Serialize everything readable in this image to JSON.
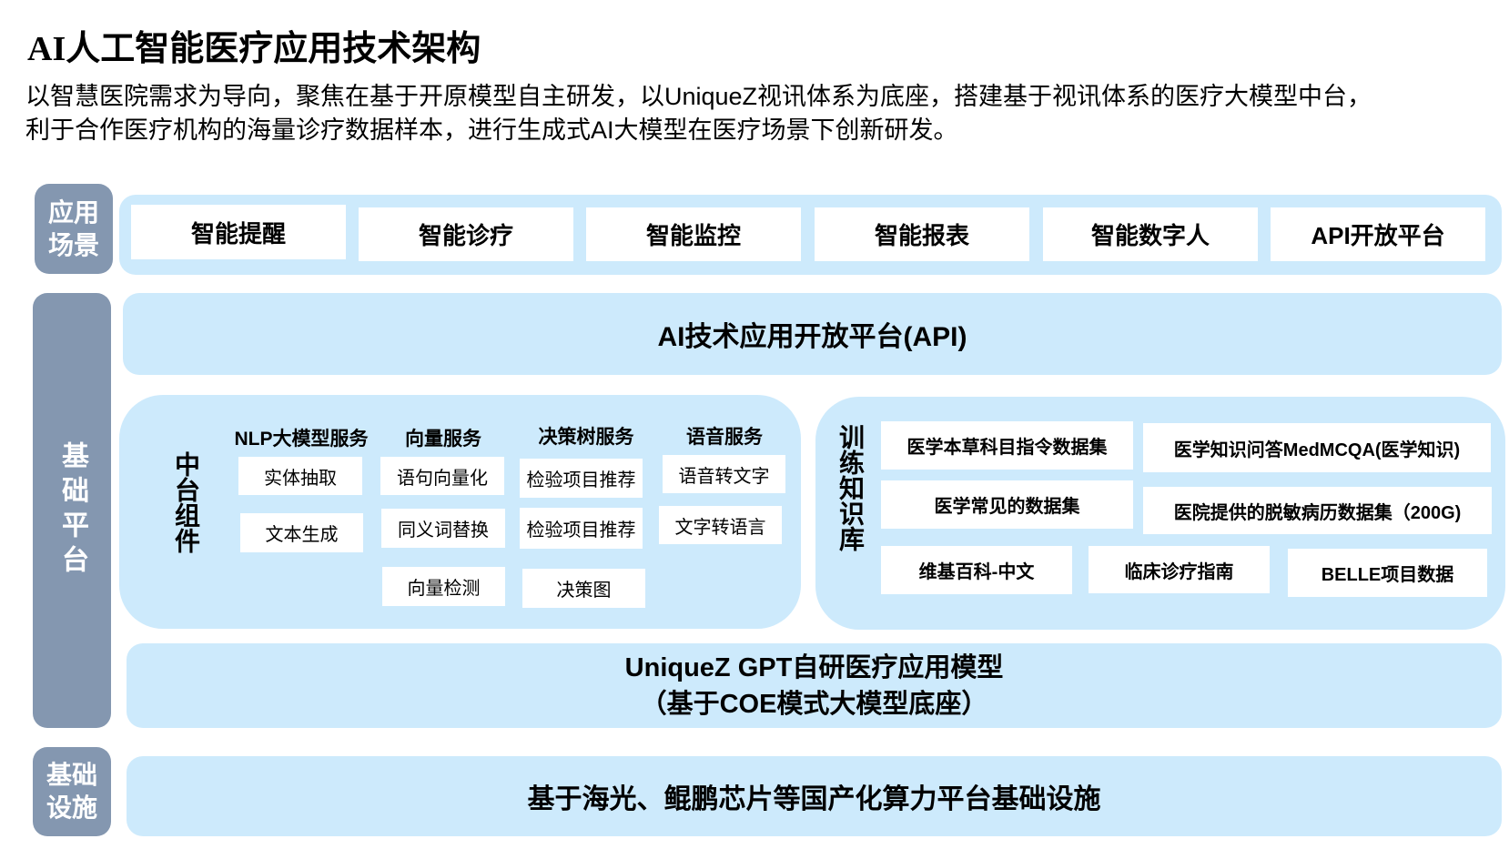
{
  "title": "AI人工智能医疗应用技术架构",
  "subtitle_lines": [
    "以智慧医院需求为导向，聚焦在基于开原模型自主研发，以UniqueZ视讯体系为底座，搭建基于视讯体系的医疗大模型中台，",
    "利于合作医疗机构的海量诊疗数据样本，进行生成式AI大模型在医疗场景下创新研发。"
  ],
  "layers": {
    "application": {
      "label": "应用\n场景",
      "items": [
        "智能提醒",
        "智能诊疗",
        "智能监控",
        "智能报表",
        "智能数字人",
        "API开放平台"
      ]
    },
    "platform": {
      "label": "基础平台",
      "api_bar": "AI技术应用开放平台(API)",
      "middleware": {
        "label": "中台组件",
        "columns": [
          {
            "header": "NLP大模型服务",
            "items": [
              "实体抽取",
              "文本生成"
            ]
          },
          {
            "header": "向量服务",
            "items": [
              "语句向量化",
              "同义词替换",
              "向量检测"
            ]
          },
          {
            "header": "决策树服务",
            "items": [
              "检验项目推荐",
              "检验项目推荐",
              "决策图"
            ]
          },
          {
            "header": "语音服务",
            "items": [
              "语音转文字",
              "文字转语言"
            ]
          }
        ]
      },
      "knowledge_base": {
        "label": "训练知识库",
        "items": [
          "医学本草科目指令数据集",
          "医学知识问答MedMCQA(医学知识)",
          "医学常见的数据集",
          "医院提供的脱敏病历数据集（200G)",
          "维基百科-中文",
          "临床诊疗指南",
          "BELLE项目数据"
        ]
      },
      "gpt_bar": [
        "UniqueZ GPT自研医疗应用模型",
        "（基于COE模式大模型底座）"
      ]
    },
    "infrastructure": {
      "label": "基础\n设施",
      "bar": "基于海光、鲲鹏芯片等国产化算力平台基础设施"
    }
  },
  "colors": {
    "label_bg": "#8497b0",
    "panel_bg": "#cdeafc",
    "box_bg": "#ffffff"
  }
}
